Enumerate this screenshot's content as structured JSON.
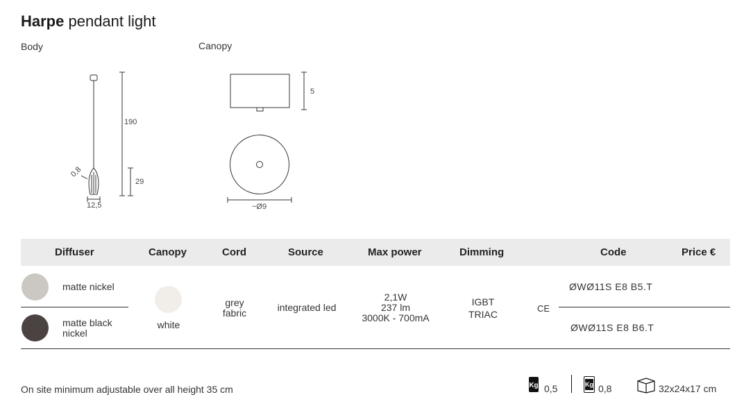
{
  "header": {
    "brand": "Harpe",
    "subtitle": "pendant light"
  },
  "drawing": {
    "body_label": "Body",
    "canopy_label": "Canopy",
    "dims": {
      "body_height": "190",
      "body_shade_height": "29",
      "cord_diameter": "0,8",
      "body_width": "12,5",
      "canopy_height": "5",
      "canopy_diameter": "~Ø9"
    }
  },
  "table": {
    "headers": [
      "Diffuser",
      "Canopy",
      "Cord",
      "Source",
      "Max power",
      "Dimming",
      "Code",
      "Price €"
    ],
    "rows": [
      {
        "diffuser": "matte nickel",
        "swatch": "#cbc7c2",
        "code": "ØWØ11S E8 B5.T"
      },
      {
        "diffuser_line1": "matte black",
        "diffuser_line2": "nickel",
        "swatch": "#4a4342",
        "code": "ØWØ11S E8 B6.T"
      }
    ],
    "canopy": {
      "label": "white",
      "swatch": "#f1eeea"
    },
    "cord_line1": "grey",
    "cord_line2": "fabric",
    "source": "integrated led",
    "power_line1": "2,1W",
    "power_line2": "237 lm",
    "power_line3": "3000K - 700mA",
    "dimming_line1": "IGBT",
    "dimming_line2": "TRIAC",
    "ce_mark": "CE"
  },
  "footer": {
    "note": "On site minimum adjustable over all height 35 cm",
    "net_weight": "0,5",
    "gross_weight": "0,8",
    "kg_label": "Kg",
    "package": "32x24x17 cm"
  }
}
